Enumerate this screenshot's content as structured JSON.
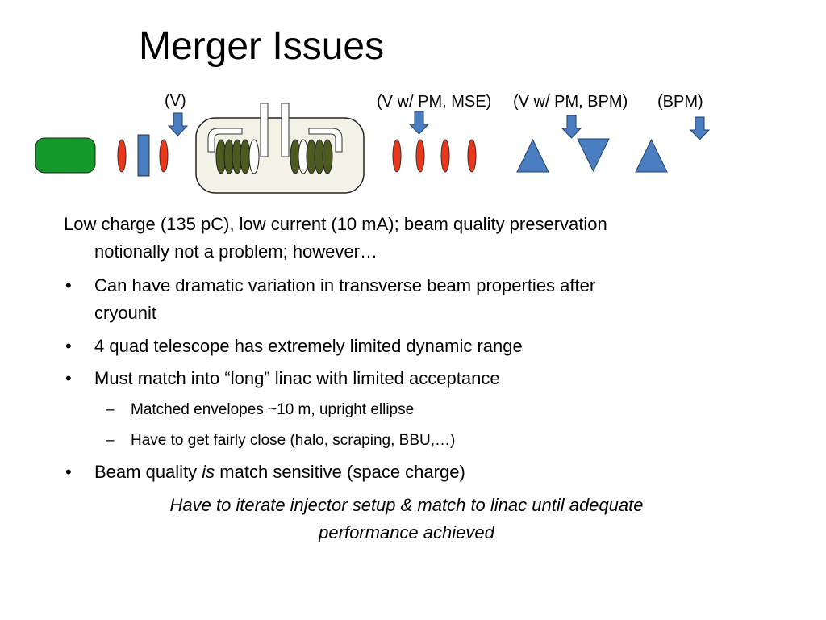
{
  "slide": {
    "title": "Merger Issues"
  },
  "diagram": {
    "labels": {
      "v": "(V)",
      "v_pm_mse": "(V w/ PM, MSE)",
      "v_pm_bpm": "(V w/ PM, BPM)",
      "bpm": "(BPM)"
    },
    "colors": {
      "gun": "#139a2a",
      "quad": "#e8371b",
      "magnet": "#4a7ec1",
      "cavity": "#4d5b1f",
      "cryomodule_fill": "#f3f2e6"
    },
    "icons": [
      "gun-icon",
      "quadrupole-icon",
      "solenoid-icon",
      "down-arrow-icon",
      "cryounit-icon",
      "dipole-icon"
    ]
  },
  "content": {
    "intro_line1": "Low charge (135 pC), low current (10 mA); beam quality preservation",
    "intro_line2": "notionally not a problem; however…",
    "bullet_char": "•",
    "dash_char": "–",
    "b1_line1": "Can have dramatic variation in transverse beam properties after",
    "b1_line2": "cryounit",
    "b2": "4 quad telescope has extremely limited dynamic range",
    "b3": "Must match into “long” linac with limited acceptance",
    "sub1": "Matched envelopes ~10 m, upright ellipse",
    "sub2": "Have to get fairly close (halo, scraping, BBU,…)",
    "b4_pre": "Beam quality ",
    "b4_em": "is",
    "b4_post": " match sensitive (space charge)",
    "conclusion_line1": "Have to iterate injector setup & match to linac until adequate",
    "conclusion_line2": "performance achieved"
  }
}
